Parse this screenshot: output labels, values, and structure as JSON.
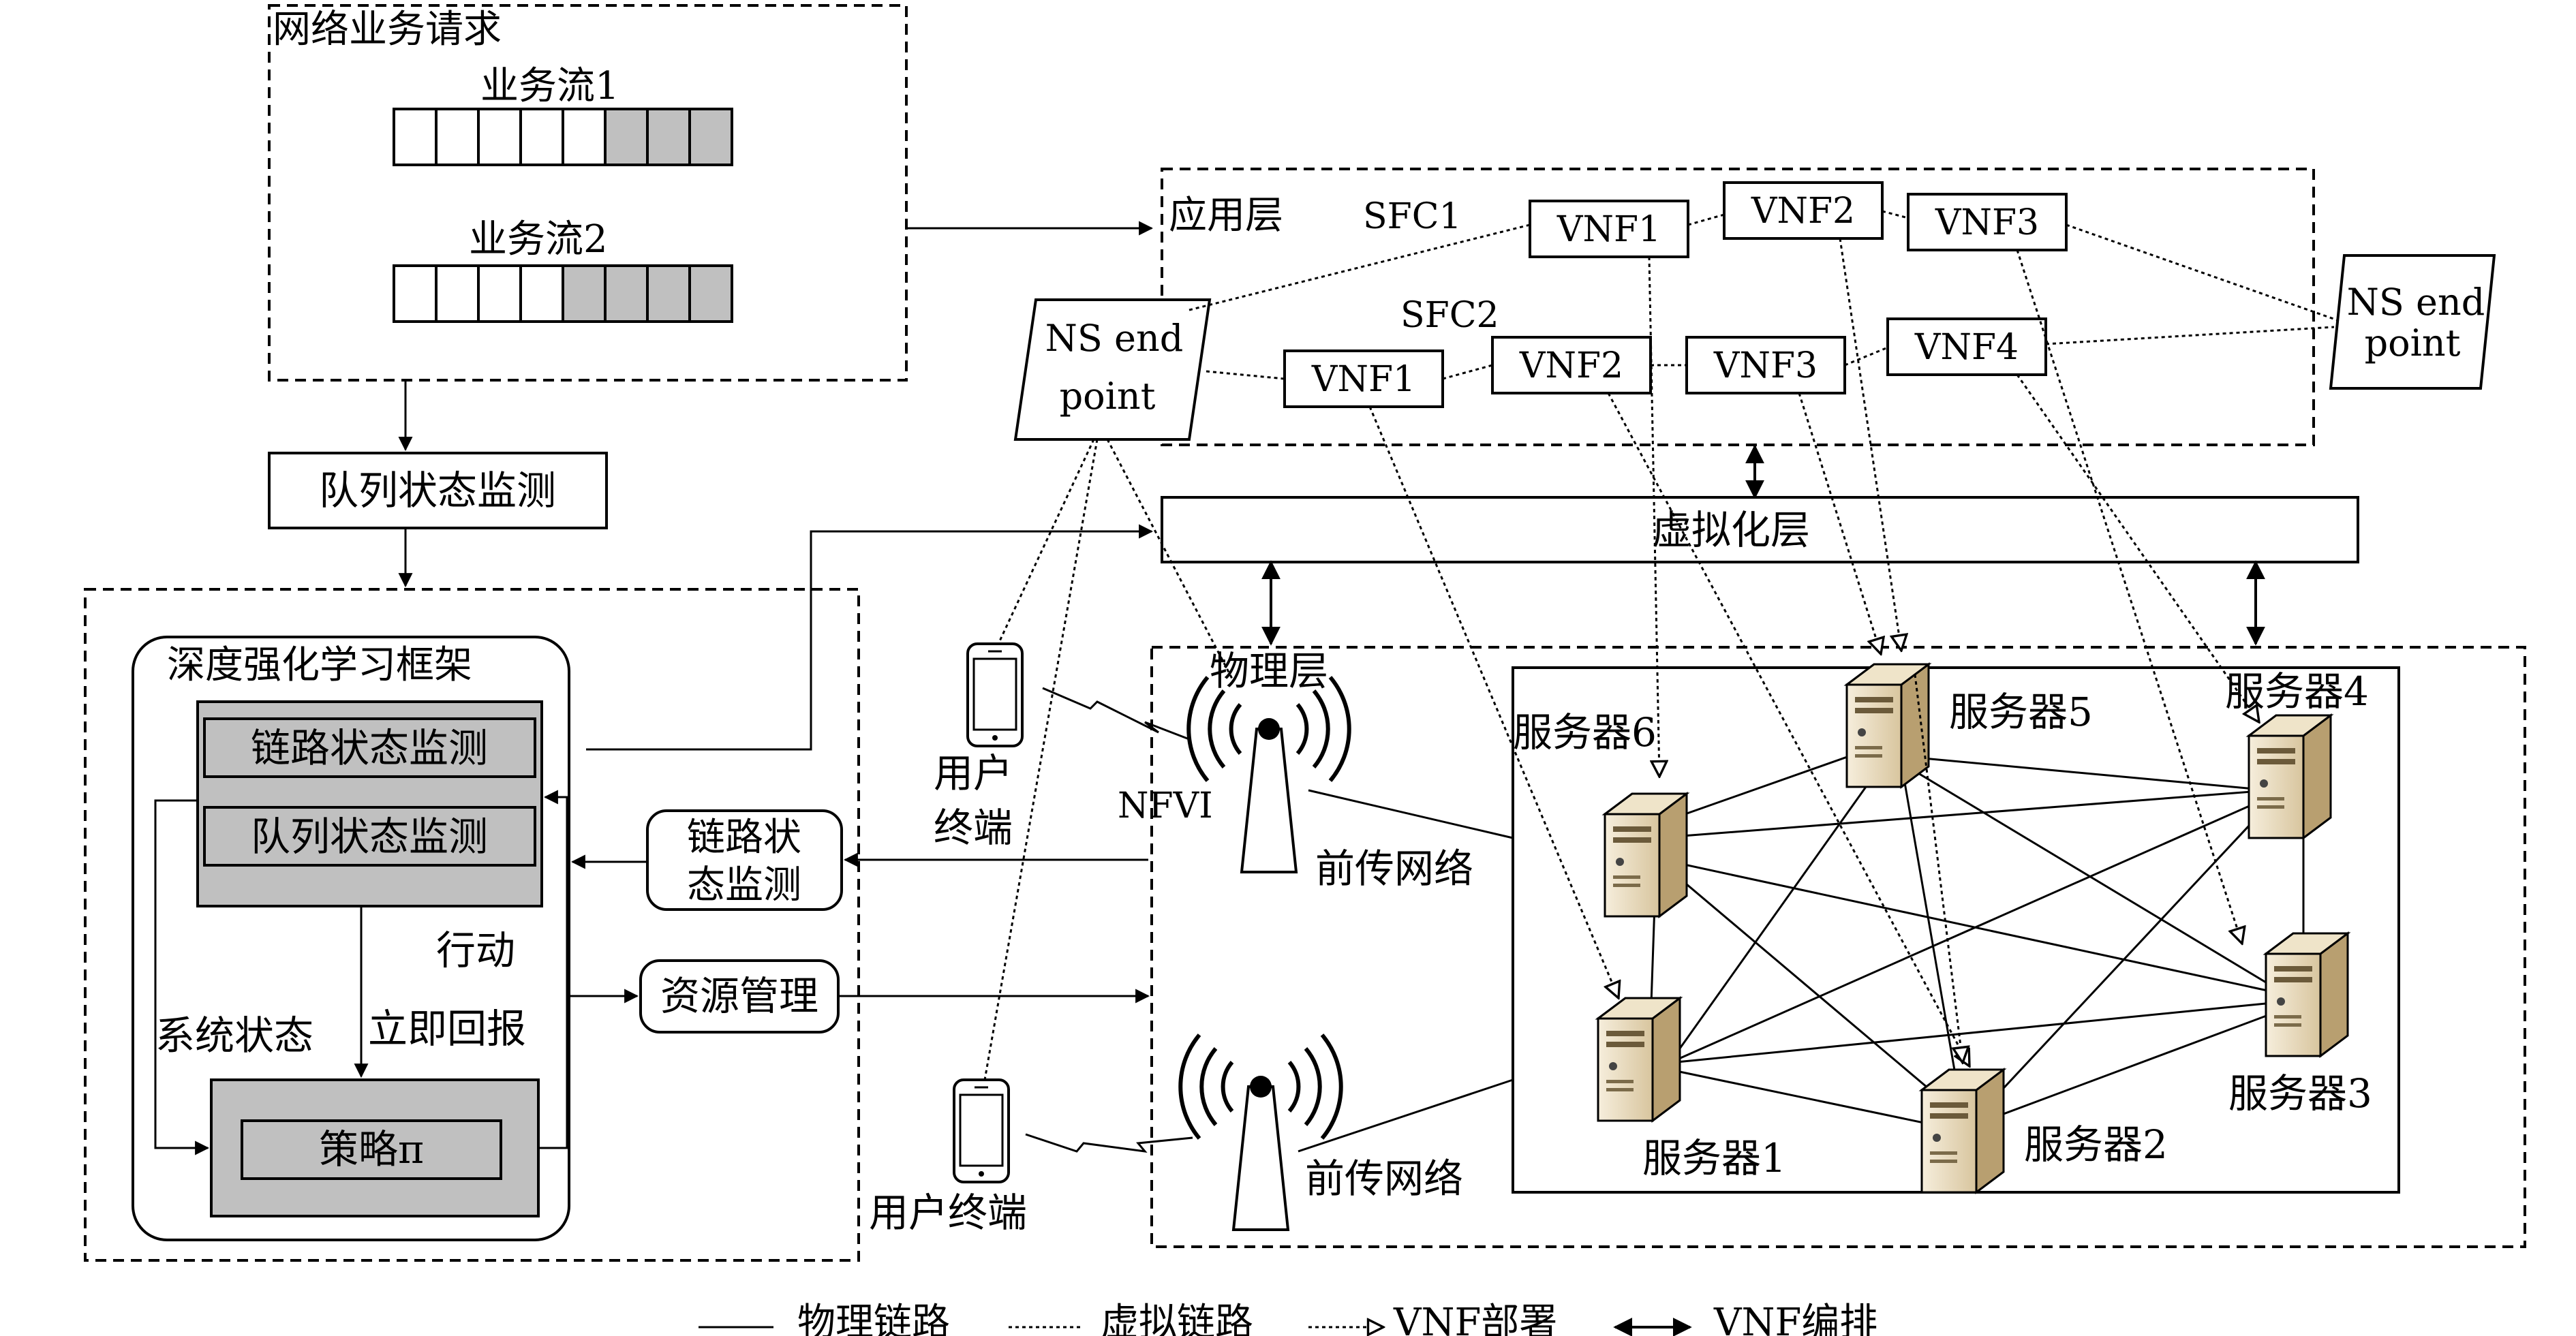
{
  "request_box": {
    "title": "网络业务请求",
    "flow1_label": "业务流1",
    "flow2_label": "业务流2",
    "flow1_filled_slots": 3,
    "flow2_filled_slots": 4,
    "slots_per_flow": 8
  },
  "queue_monitor_top": "队列状态监测",
  "drl": {
    "outer_title": "深度强化学习框架",
    "link_monitor": "链路状态监测",
    "queue_monitor": "队列状态监测",
    "action": "行动",
    "system_state": "系统状态",
    "reward": "立即回报",
    "policy": "策略π"
  },
  "side_boxes": {
    "link_monitor_line1": "链路状",
    "link_monitor_line2": "态监测",
    "resource_mgmt": "资源管理"
  },
  "application_layer": {
    "title": "应用层",
    "sfc1": "SFC1",
    "sfc2": "SFC2",
    "sfc1_vnfs": [
      "VNF1",
      "VNF2",
      "VNF3"
    ],
    "sfc2_vnfs": [
      "VNF1",
      "VNF2",
      "VNF3",
      "VNF4"
    ],
    "ns_left_line1": "NS end",
    "ns_left_line2": "point",
    "ns_right_line1": "NS end",
    "ns_right_line2": "point"
  },
  "virtualization_layer": "虚拟化层",
  "physical_layer": {
    "title": "物理层",
    "nfvi": "NFVI",
    "fronthaul1": "前传网络",
    "fronthaul2": "前传网络",
    "user1_line1": "用户",
    "user1_line2": "终端",
    "user2": "用户终端",
    "servers": [
      "服务器1",
      "服务器2",
      "服务器3",
      "服务器4",
      "服务器5",
      "服务器6"
    ]
  },
  "legend": {
    "physical": "物理链路",
    "virtual": "虚拟链路",
    "deploy": "VNF部署",
    "orchestrate": "VNF编排"
  },
  "colors": {
    "gray_fill": "#c0c0c0",
    "server_body": "#e9dcc0",
    "server_side": "#c9b38a"
  }
}
